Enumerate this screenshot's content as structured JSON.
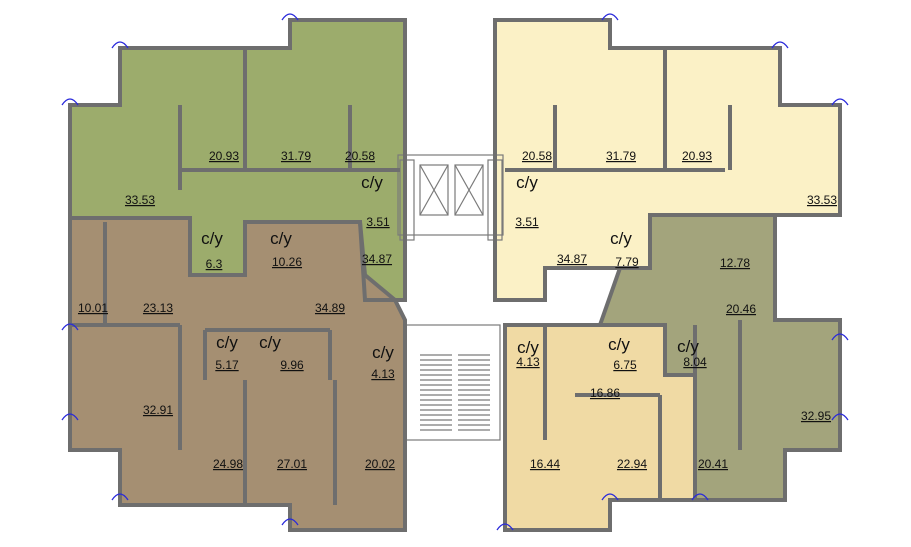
{
  "colors": {
    "green": "#9cac6c",
    "yellow": "#fbf1c6",
    "brown": "#a58f72",
    "olive": "#a3a47c",
    "tan": "#f0daa4",
    "core": "#ffffff"
  },
  "apartments": [
    {
      "id": "green",
      "areas": [
        "20.93",
        "31.79",
        "20.58",
        "33.53",
        "3.51",
        "34.87",
        "10.26"
      ],
      "bathrooms": [
        "c/y",
        "c/y"
      ]
    },
    {
      "id": "brown",
      "areas": [
        "6.3",
        "10.01",
        "23.13",
        "34.89",
        "5.17",
        "9.96",
        "4.13",
        "32.91",
        "24.98",
        "27.01",
        "20.02"
      ],
      "bathrooms": [
        "c/y",
        "c/y",
        "c/y",
        "c/y"
      ]
    },
    {
      "id": "yellow",
      "areas": [
        "20.58",
        "31.79",
        "20.93",
        "33.53",
        "3.51",
        "34.87",
        "7.79"
      ],
      "bathrooms": [
        "c/y",
        "c/y"
      ]
    },
    {
      "id": "olive",
      "areas": [
        "12.78",
        "20.46",
        "8.04",
        "32.95"
      ],
      "bathrooms": [
        "c/y"
      ]
    },
    {
      "id": "tan",
      "areas": [
        "4.13",
        "6.75",
        "16.86",
        "16.44",
        "22.94",
        "20.41"
      ],
      "bathrooms": [
        "c/y",
        "c/y"
      ]
    }
  ]
}
